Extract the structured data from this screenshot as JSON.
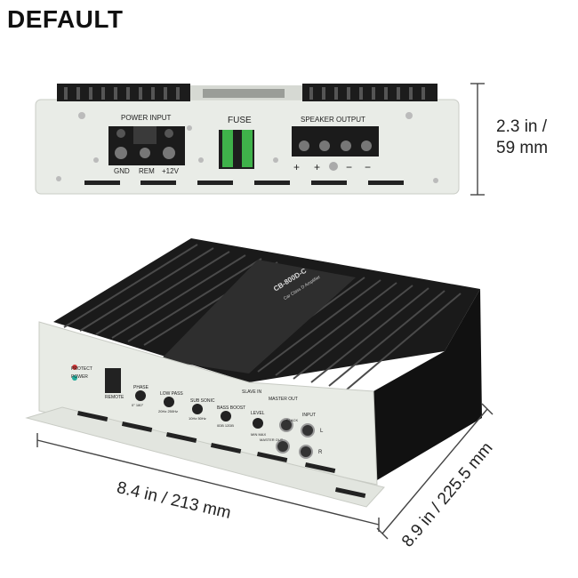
{
  "heading": "DEFAULT",
  "front_panel": {
    "power_input_label": "POWER   INPUT",
    "terminal_labels": [
      "GND",
      "REM",
      "+12V"
    ],
    "fuse_label": "FUSE",
    "speaker_output_label": "SPEAKER   OUTPUT",
    "polarity_labels": [
      "+",
      "+",
      "−",
      "−"
    ]
  },
  "dimensions": {
    "height": "2.3 in /\n59 mm",
    "height_line1": "2.3 in /",
    "height_line2": "59 mm",
    "width": "8.4 in / 213 mm",
    "depth": "8.9 in / 225.5 mm"
  },
  "amp_side_panel": {
    "brand_label": "CB-800D-C",
    "brand_sub": "Car Class D Amplifier",
    "protect": "PROTECT",
    "power": "POWER",
    "remote": "REMOTE",
    "phase": "PHASE",
    "phase_vals": "0°   180°",
    "low_pass": "LOW  PASS",
    "low_pass_vals": "20Hz  250Hz",
    "sub_sonic": "SUB SONIC",
    "sub_sonic_vals": "10Hz  50Hz",
    "bass_boost": "BASS BOOST",
    "bass_boost_vals": "0DB   12DB",
    "slave_in": "SLAVE IN",
    "master_out": "MASTER OUT",
    "level": "LEVEL",
    "level_vals": "MIN  MAX",
    "input": "INPUT",
    "master_out2": "MASTER OUT",
    "l": "L",
    "r": "R",
    "black": "BLACK"
  }
}
